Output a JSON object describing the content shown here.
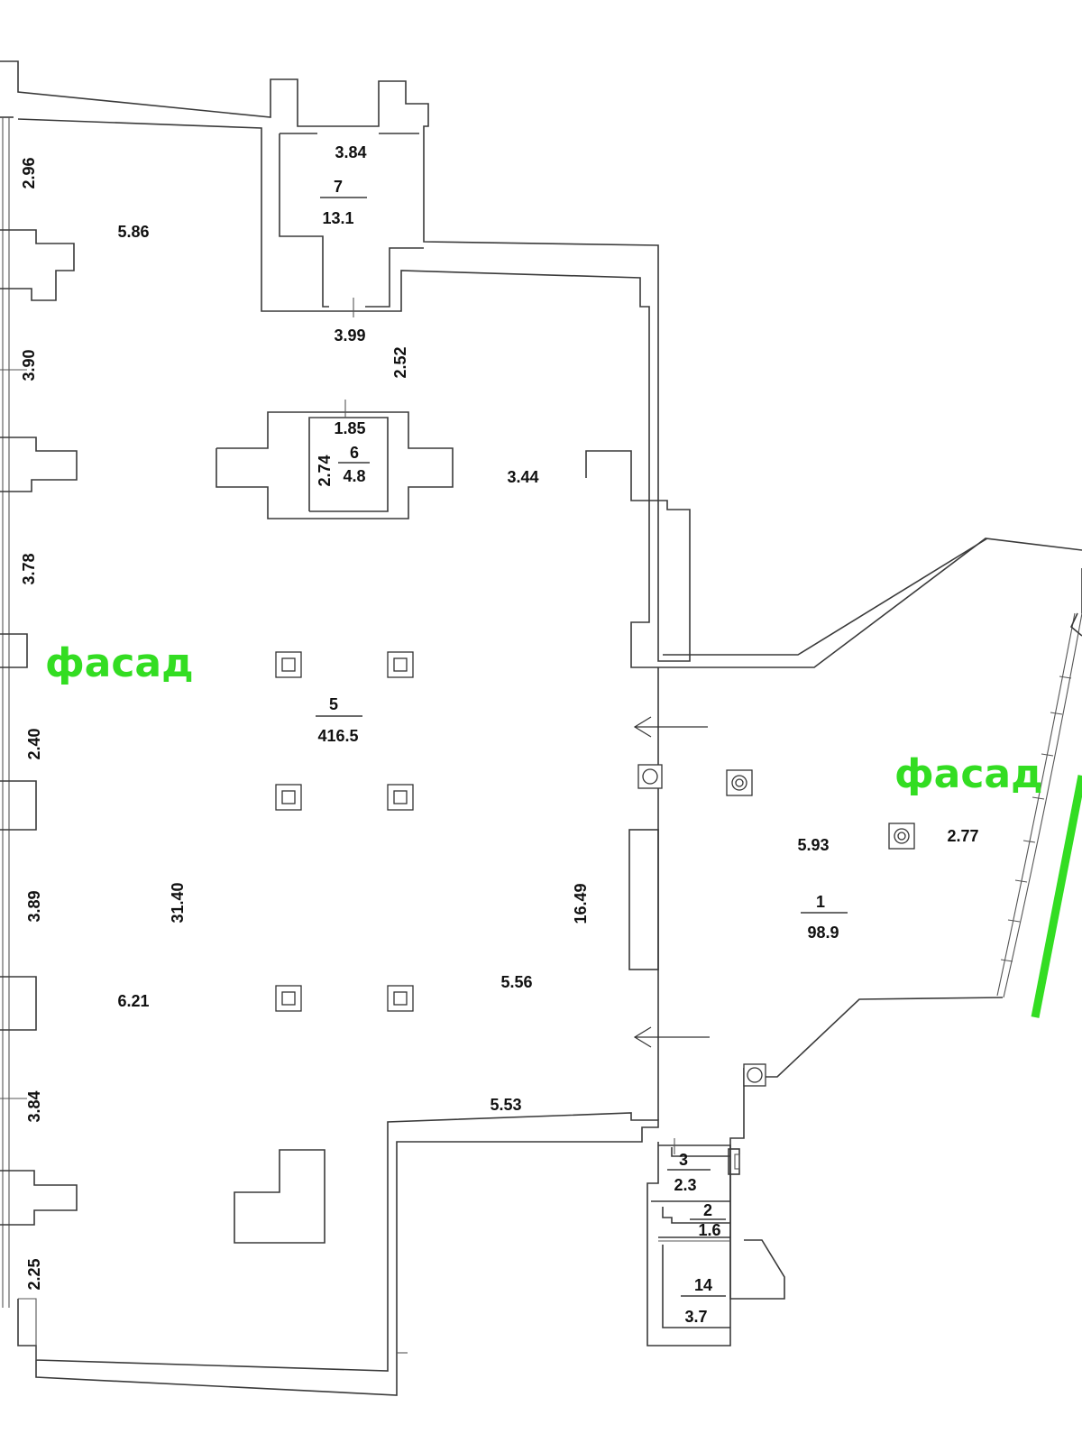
{
  "colors": {
    "facade": "#33dd22",
    "wall": "#3a3a3a",
    "text": "#111111"
  },
  "rooms": {
    "r7": {
      "number": "7",
      "area": "13.1"
    },
    "r6": {
      "number": "6",
      "area": "4.8"
    },
    "r5": {
      "number": "5",
      "area": "416.5"
    },
    "r1": {
      "number": "1",
      "area": "98.9"
    },
    "r3": {
      "number": "3",
      "area": "2.3"
    },
    "r2": {
      "number": "2",
      "area": "1.6"
    },
    "r14": {
      "number": "14",
      "area": "3.7"
    }
  },
  "dimensions": {
    "d_2_96": "2.96",
    "d_5_86": "5.86",
    "d_3_84_top": "3.84",
    "d_3_99": "3.99",
    "d_3_90": "3.90",
    "d_2_52": "2.52",
    "d_1_85": "1.85",
    "d_2_74": "2.74",
    "d_3_44": "3.44",
    "d_3_78": "3.78",
    "d_2_40": "2.40",
    "d_3_89": "3.89",
    "d_31_40": "31.40",
    "d_16_49": "16.49",
    "d_6_21": "6.21",
    "d_5_56": "5.56",
    "d_3_84_left": "3.84",
    "d_5_53": "5.53",
    "d_2_25": "2.25",
    "d_5_93": "5.93",
    "d_2_77": "2.77"
  },
  "labels": {
    "facade_left": "фасад",
    "facade_right": "фасад"
  }
}
